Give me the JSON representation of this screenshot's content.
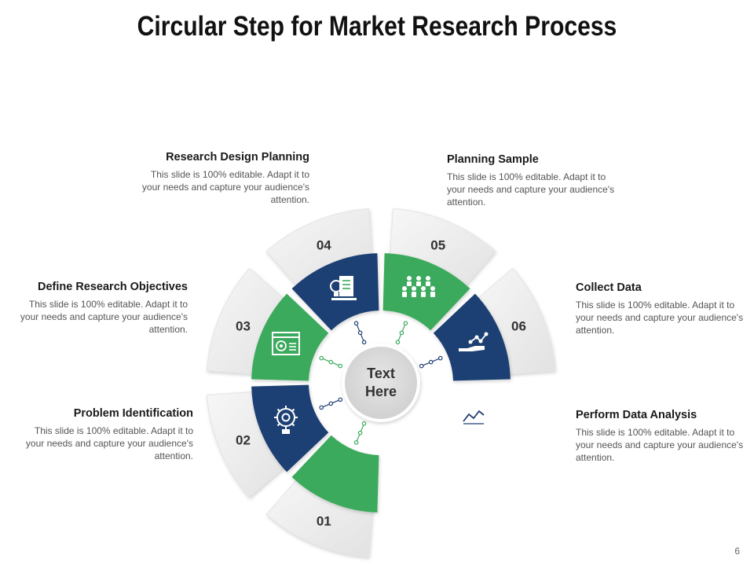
{
  "title": "Circular Step for Market Research Process",
  "center_text_line1": "Text",
  "center_text_line2": "Here",
  "steps": [
    {
      "number": "01",
      "heading": "Problem Identification",
      "desc": "This slide is 100% editable. Adapt it to your needs and capture your audience's attention.",
      "color": "#3aaa5c",
      "icon": "gear-lightbulb-icon"
    },
    {
      "number": "02",
      "heading": "Define Research Objectives",
      "desc": "This slide is 100% editable. Adapt it to your needs and capture your audience's attention.",
      "color": "#1f3f73",
      "icon": "browser-target-icon"
    },
    {
      "number": "03",
      "heading": "Research Design Planning",
      "desc": "This slide is 100% editable. Adapt it to your needs and capture your audience's attention.",
      "color": "#3aaa5c",
      "icon": "idea-document-icon"
    },
    {
      "number": "04",
      "heading": "Planning Sample",
      "desc": "This slide is 100% editable. Adapt it to your needs and capture your audience's attention.",
      "color": "#1f3f73",
      "icon": "people-group-icon"
    },
    {
      "number": "05",
      "heading": "Collect Data",
      "desc": "This slide is 100% editable. Adapt it to your needs and capture your audience's attention.",
      "color": "#3aaa5c",
      "icon": "hand-data-icon"
    },
    {
      "number": "06",
      "heading": "Perform Data Analysis",
      "desc": "This slide is 100% editable. Adapt it to your needs and capture your audience's attention.",
      "color": "#1f3f73",
      "icon": "chart-screen-icon"
    }
  ],
  "page_number": "6"
}
